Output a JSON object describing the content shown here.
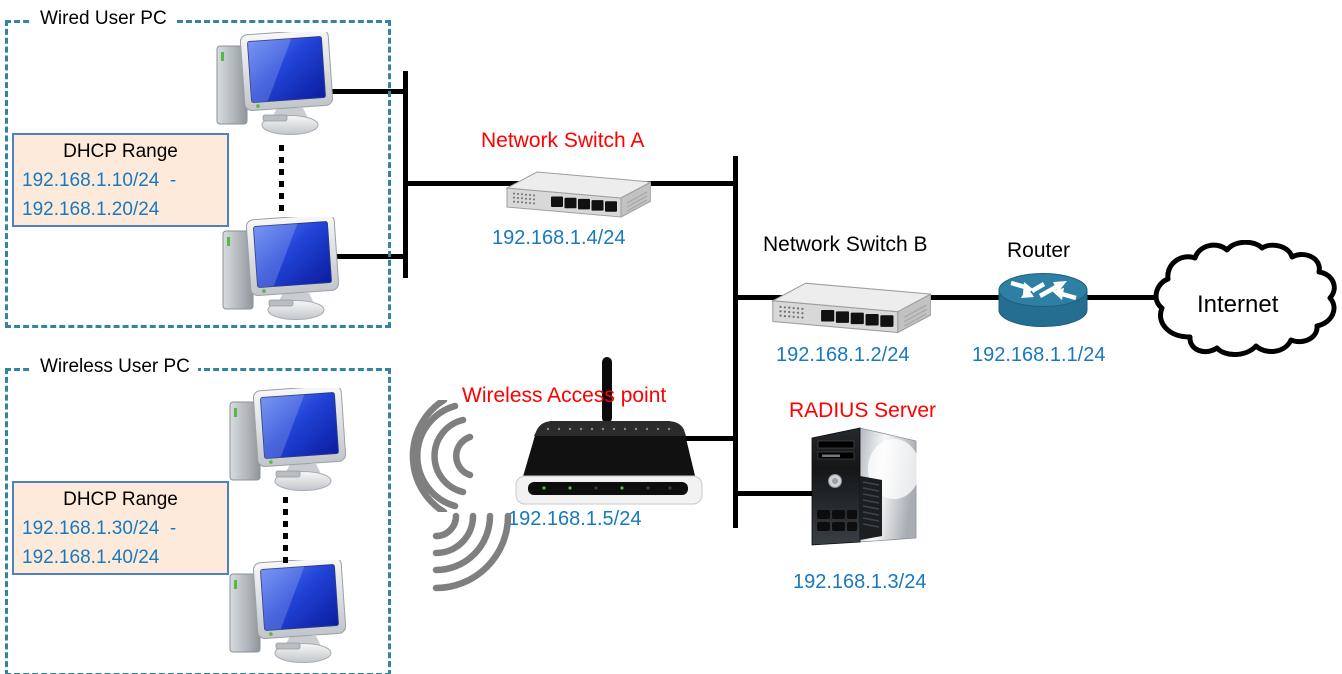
{
  "title": "Network topology diagram",
  "colors": {
    "label_red": "#FF0000",
    "ip_blue": "#1779BF",
    "group_border_teal": "#31859C",
    "dhcp_fill": "#FDEADA",
    "dhcp_border": "#4F81BD",
    "connection_line": "#000000",
    "router_teal": "#266E91",
    "wifi_gray": "#7F7F7F"
  },
  "groups": {
    "wired": {
      "label": "Wired User PC",
      "dhcp": {
        "title": "DHCP Range",
        "range_start": "192.168.1.10/24  -",
        "range_end": "192.168.1.20/24"
      }
    },
    "wireless": {
      "label": "Wireless User PC",
      "dhcp": {
        "title": "DHCP Range",
        "range_start": "192.168.1.30/24  -",
        "range_end": "192.168.1.40/24"
      }
    }
  },
  "nodes": {
    "switch_a": {
      "label": "Network Switch A",
      "ip": "192.168.1.4/24",
      "label_color": "#FF0000",
      "icon": "network-switch-icon"
    },
    "switch_b": {
      "label": "Network Switch B",
      "ip": "192.168.1.2/24",
      "label_color": "#000000",
      "icon": "network-switch-icon"
    },
    "router": {
      "label": "Router",
      "ip": "192.168.1.1/24",
      "label_color": "#000000",
      "icon": "router-cylinder-icon"
    },
    "internet": {
      "label": "Internet",
      "icon": "internet-cloud-icon"
    },
    "access_point": {
      "label": "Wireless Access point",
      "ip": "192.168.1.5/24",
      "label_color": "#FF0000",
      "icon": "wireless-access-point-icon"
    },
    "radius_server": {
      "label": "RADIUS Server",
      "ip": "192.168.1.3/24",
      "label_color": "#FF0000",
      "icon": "tower-server-icon"
    }
  },
  "icons": {
    "pc": "desktop-computer-icon",
    "switch": "network-switch-icon",
    "router": "router-cylinder-icon",
    "cloud": "internet-cloud-icon",
    "access_point": "wireless-access-point-icon",
    "server": "tower-server-icon",
    "wifi": "wifi-waves-icon",
    "antenna": "antenna-icon",
    "ellipsis": "more-devices-dotted-icon"
  },
  "connections": [
    "wired-pc-1 — switch-a-bus",
    "wired-pc-2 — switch-a-bus",
    "switch-a — central-bus",
    "central-bus — switch-b",
    "switch-b — router",
    "router — internet",
    "access-point — central-bus",
    "central-bus — radius-server"
  ]
}
